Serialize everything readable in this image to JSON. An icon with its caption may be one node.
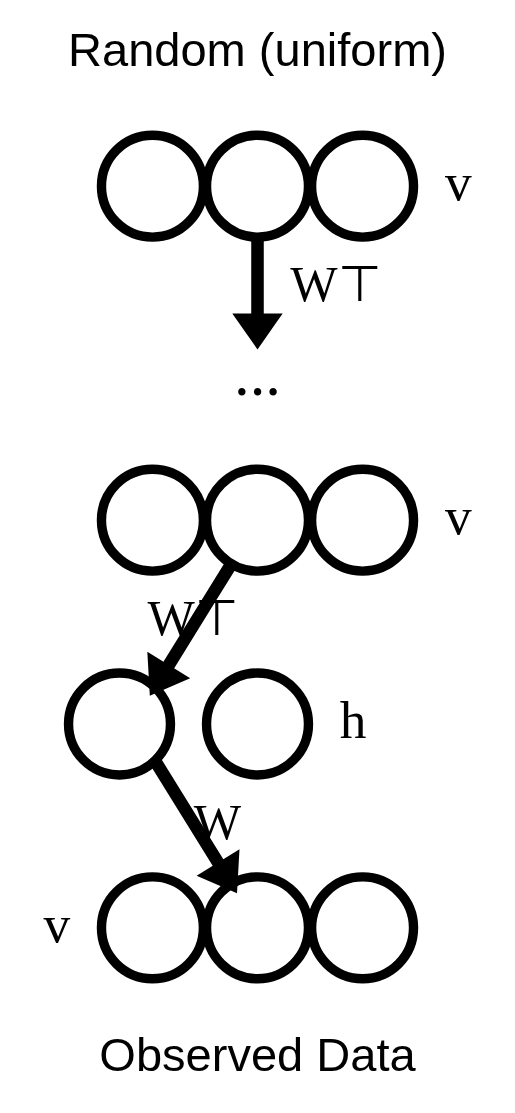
{
  "diagram": {
    "nodes": [
      {
        "text": [],
        "shape": "circle"
      },
      {
        "text": [],
        "shape": "circle"
      },
      {
        "text": [],
        "shape": "circle",
        "beside": [
          "v"
        ]
      },
      {
        "text": [
          "..."
        ]
      },
      {
        "text": [],
        "shape": "circle"
      },
      {
        "text": [],
        "shape": "circle"
      },
      {
        "text": [],
        "shape": "circle",
        "beside": [
          "v"
        ]
      },
      {
        "text": [],
        "shape": "circle"
      },
      {
        "text": [],
        "shape": "circle",
        "beside": [
          "h"
        ]
      },
      {
        "text": [],
        "shape": "circle",
        "beside": [
          "v"
        ]
      },
      {
        "text": [],
        "shape": "circle"
      },
      {
        "text": [],
        "shape": "circle"
      }
    ],
    "edges": [
      {
        "from": 1,
        "to": 3,
        "arrow": "to",
        "label": "W⊤"
      },
      {
        "from": 5,
        "to": 7,
        "arrow": "to",
        "label": "W⊤"
      },
      {
        "from": 7,
        "to": 10,
        "arrow": "to",
        "label": "W"
      }
    ],
    "labels": [
      "Random (uniform)",
      "Observed Data"
    ]
  }
}
